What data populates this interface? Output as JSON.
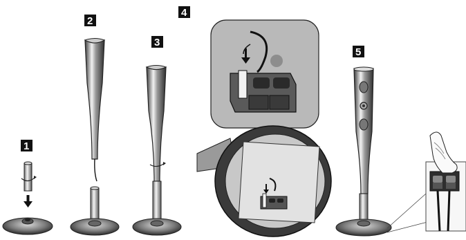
{
  "steps": [
    {
      "number": "1"
    },
    {
      "number": "2"
    },
    {
      "number": "3"
    },
    {
      "number": "4"
    },
    {
      "number": "5"
    }
  ],
  "colors": {
    "badge_bg": "#111111",
    "badge_text": "#ffffff",
    "metal_dark": "#4a4a4a",
    "metal_light": "#e8e8e8",
    "inset_bg": "#b9b9b9",
    "outline": "#222222"
  }
}
